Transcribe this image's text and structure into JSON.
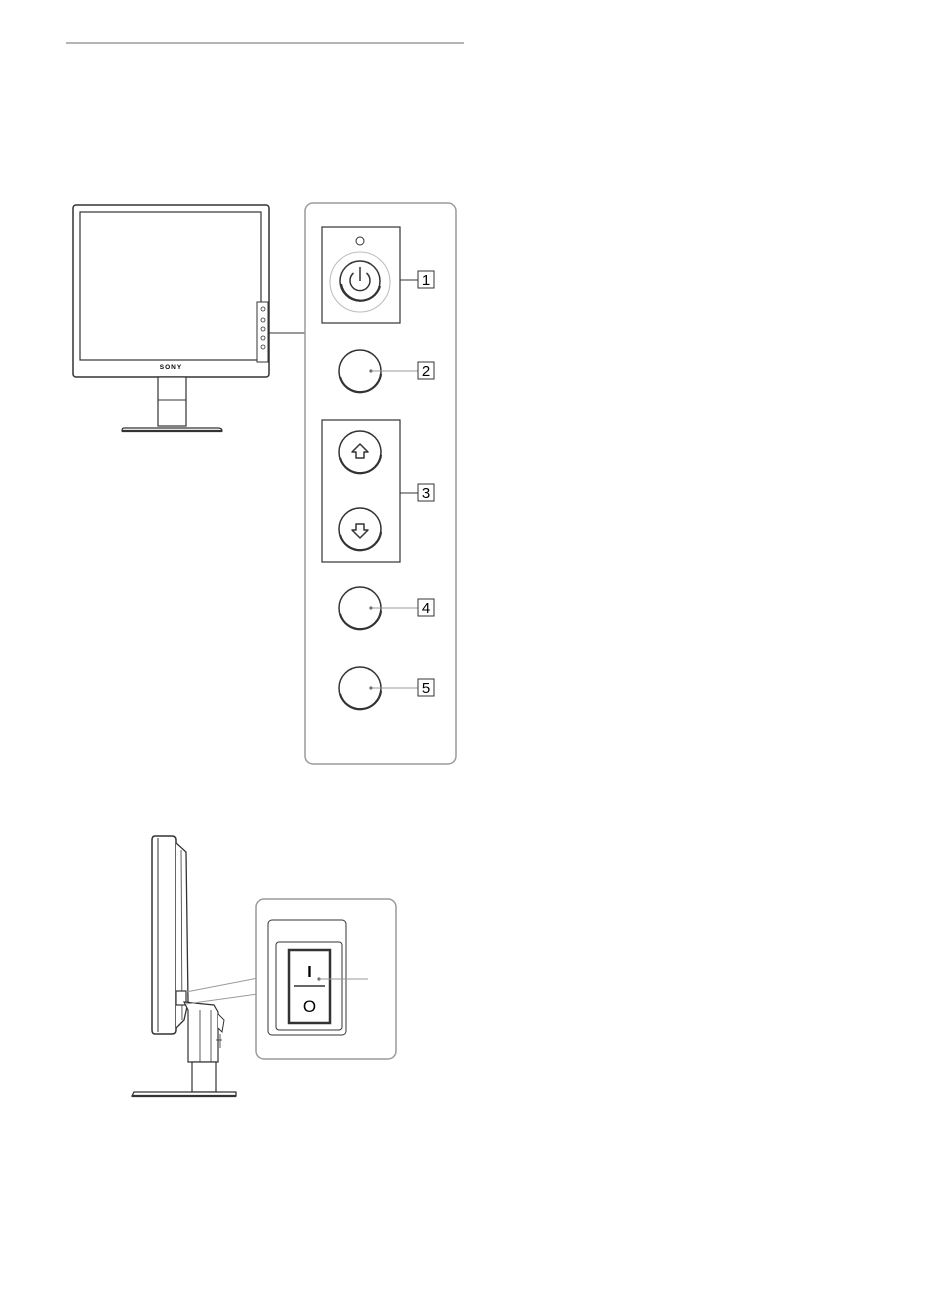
{
  "brand": "SONY",
  "callouts": [
    "1",
    "2",
    "3",
    "4",
    "5"
  ],
  "switch_symbols": {
    "on": "I",
    "off": "O"
  },
  "colors": {
    "line": "#333333",
    "light": "#9a9a9a",
    "rule": "#b5b5b5"
  },
  "icons": {
    "power_button": "power-icon",
    "up_button": "arrow-up-icon",
    "down_button": "arrow-down-icon"
  }
}
